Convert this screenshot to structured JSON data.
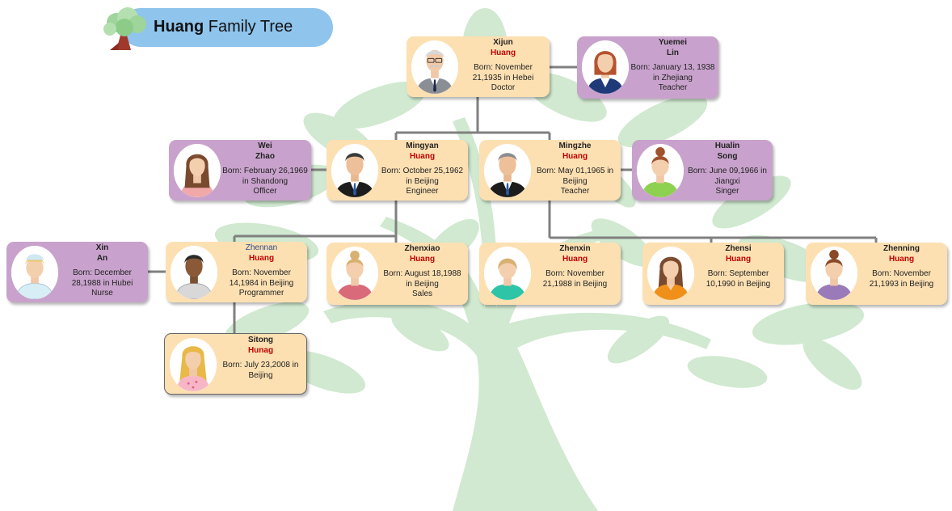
{
  "title": {
    "surname": "Huang",
    "rest": "Family Tree"
  },
  "colors": {
    "huang_card": "#fde0b2",
    "spouse_card": "#c8a2cc",
    "surname_red": "#c00000",
    "connector": "#808080",
    "tree_bg": "#d0e9d0",
    "banner": "#8fc4ec"
  },
  "people": {
    "xijun": {
      "first": "Xijun",
      "last": "Huang",
      "details": [
        "Born: November 21,1935 in Hebei",
        "Doctor"
      ],
      "avatar": "elderly-man-glasses-avatar"
    },
    "yuemei": {
      "first": "Yuemei",
      "last": "Lin",
      "details": [
        "Born: January 13, 1938 in Zhejiang",
        "Teacher"
      ],
      "avatar": "woman-suit-avatar"
    },
    "wei": {
      "first": "Wei",
      "last": "Zhao",
      "details": [
        "Born: February 26,1969 in Shandong",
        "Officer"
      ],
      "avatar": "woman-pink-avatar"
    },
    "mingyan": {
      "first": "Mingyan",
      "last": "Huang",
      "details": [
        "Born: October 25,1962 in Beijing",
        "Engineer"
      ],
      "avatar": "man-suit-avatar"
    },
    "mingzhe": {
      "first": "Mingzhe",
      "last": "Huang",
      "details": [
        "Born: May 01,1965 in Beijing",
        "Teacher"
      ],
      "avatar": "grey-haired-man-suit-avatar"
    },
    "hualin": {
      "first": "Hualin",
      "last": "Song",
      "details": [
        "Born: June 09,1966 in Jiangxi",
        "Singer"
      ],
      "avatar": "woman-green-avatar"
    },
    "xin": {
      "first": "Xin",
      "last": "An",
      "details": [
        "Born: December 28,1988 in Hubei",
        "Nurse"
      ],
      "avatar": "nurse-avatar"
    },
    "zhennan": {
      "first": "Zhennan",
      "last": "Huang",
      "details": [
        "Born: November 14,1984 in Beijing",
        "Programmer"
      ],
      "avatar": "man-shirt-avatar"
    },
    "zhenxiao": {
      "first": "Zhenxiao",
      "last": "Huang",
      "details": [
        "Born: August 18,1988 in Beijing",
        "Sales"
      ],
      "avatar": "woman-red-avatar"
    },
    "zhenxin": {
      "first": "Zhenxin",
      "last": "Huang",
      "details": [
        "Born: November 21,1988 in Beijing"
      ],
      "avatar": "woman-teal-avatar"
    },
    "zhensi": {
      "first": "Zhensi",
      "last": "Huang",
      "details": [
        "Born: September 10,1990 in Beijing"
      ],
      "avatar": "woman-orange-avatar"
    },
    "zhenning": {
      "first": "Zhenning",
      "last": "Huang",
      "details": [
        "Born: November 21,1993 in Beijing"
      ],
      "avatar": "woman-purple-avatar"
    },
    "sitong": {
      "first": "Sitong",
      "last": "Hunag",
      "details": [
        "Born: July 23,2008 in Beijing"
      ],
      "avatar": "girl-blonde-avatar"
    }
  }
}
